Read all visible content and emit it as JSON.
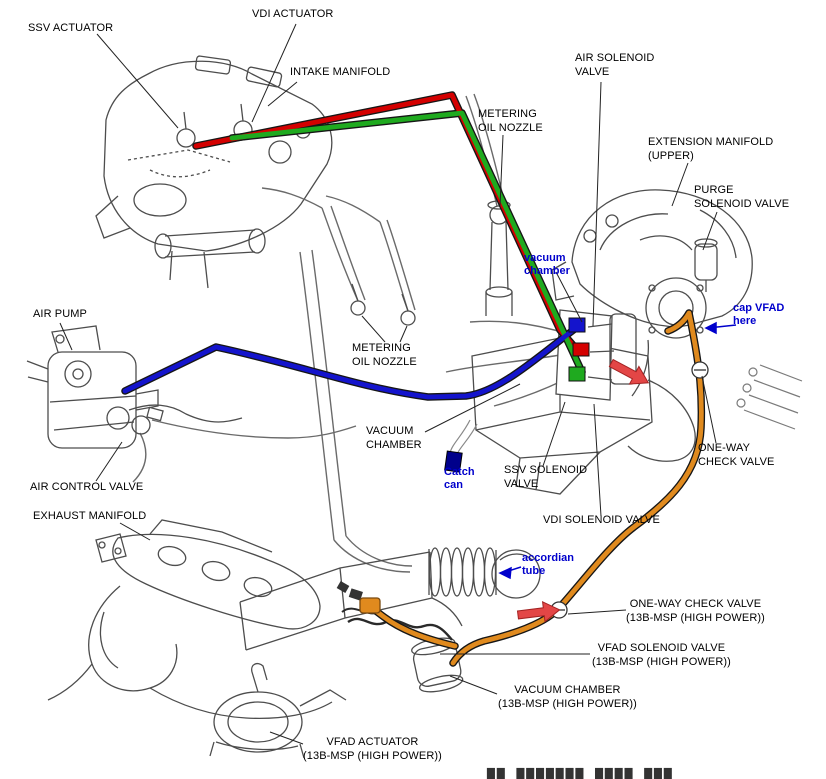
{
  "colors": {
    "hose_red": "#d40000",
    "hose_green": "#1faa1f",
    "hose_blue": "#1414cc",
    "hose_orange": "#e08a1e",
    "arrow_red": "#e34646",
    "annotation_blue": "#0000cc",
    "catch_can_fill": "#00008b"
  },
  "labels": {
    "ssv_actuator": "SSV ACTUATOR",
    "vdi_actuator": "VDI ACTUATOR",
    "intake_manifold": "INTAKE MANIFOLD",
    "metering_oil_nozzle_upper": "METERING\nOIL NOZZLE",
    "air_solenoid_valve": "AIR SOLENOID\nVALVE",
    "extension_manifold_upper": "EXTENSION MANIFOLD\n(UPPER)",
    "purge_solenoid_valve": "PURGE\nSOLENOID VALVE",
    "air_pump": "AIR PUMP",
    "metering_oil_nozzle_center": "METERING\nOIL NOZZLE",
    "vacuum_chamber": "VACUUM\nCHAMBER",
    "air_control_valve": "AIR CONTROL VALVE",
    "exhaust_manifold": "EXHAUST MANIFOLD",
    "ssv_solenoid_valve": "SSV SOLENOID\nVALVE",
    "vdi_solenoid_valve": "VDI SOLENOID VALVE",
    "one_way_check_valve": "ONE-WAY\nCHECK VALVE",
    "one_way_check_valve_hp": "ONE-WAY CHECK VALVE\n(13B-MSP (HIGH POWER))",
    "vfad_solenoid_valve_hp": "VFAD SOLENOID VALVE\n(13B-MSP (HIGH POWER))",
    "vacuum_chamber_hp": "VACUUM CHAMBER\n(13B-MSP (HIGH POWER))",
    "vfad_actuator_hp": "VFAD ACTUATOR\n(13B-MSP (HIGH POWER))"
  },
  "annotations": {
    "vacuum_chamber": "vacuum\nchamber",
    "cap_vfad": "cap VFAD\nhere",
    "catch_can": "Catch\ncan",
    "accordian_tube": "accordian\ntube"
  },
  "watermark": "██ ███████ ████ ███"
}
